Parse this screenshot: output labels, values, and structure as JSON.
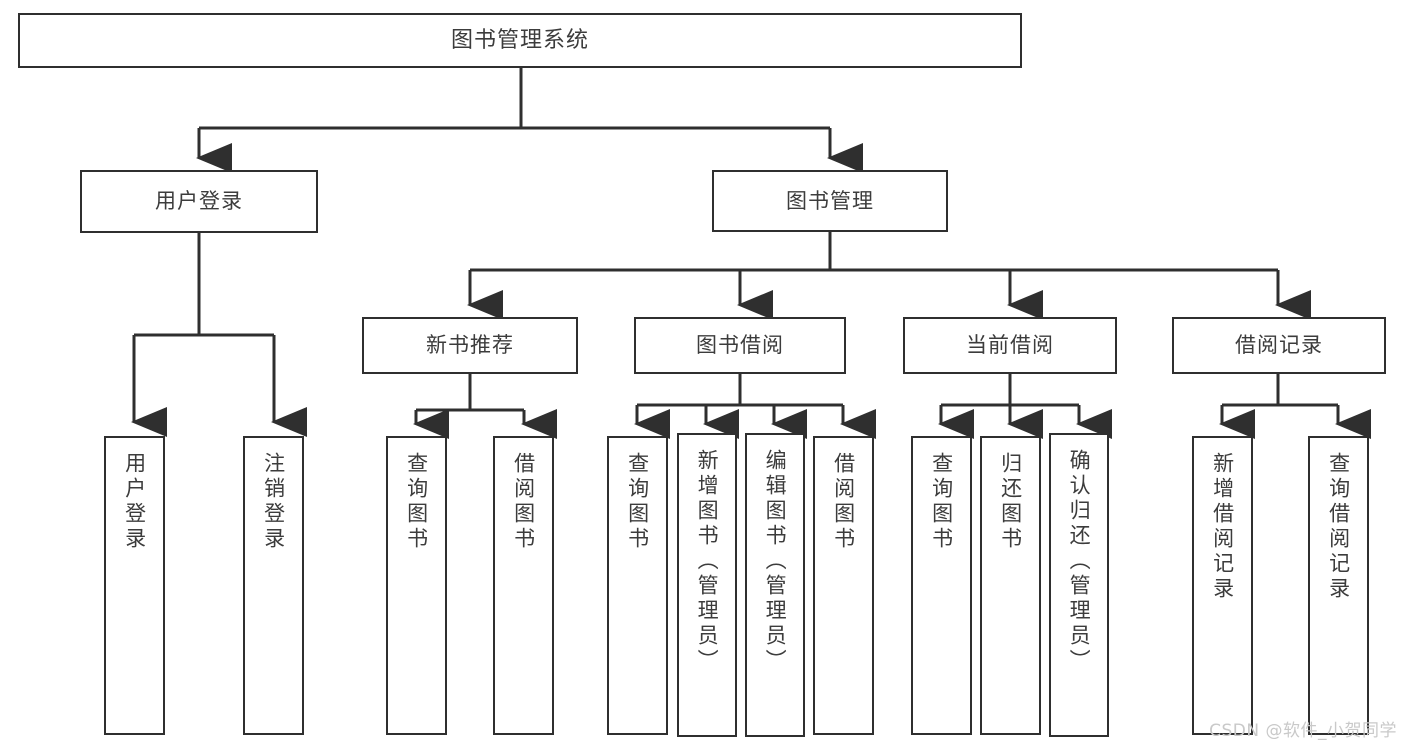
{
  "diagram": {
    "type": "tree-hierarchy",
    "title": "图书管理系统",
    "watermark": "CSDN @软件_小贺同学",
    "colors": {
      "box_border": "#2f2f2f",
      "box_fill": "#ffffff",
      "connector": "#2f2f2f",
      "text": "#3c3c3c",
      "watermark": "#c9c9c9",
      "background": "#ffffff"
    },
    "root": {
      "label": "图书管理系统"
    },
    "level2": [
      {
        "id": "user-login",
        "label": "用户登录"
      },
      {
        "id": "book-management",
        "label": "图书管理"
      }
    ],
    "level3": [
      {
        "id": "new-book-recommend",
        "label": "新书推荐",
        "parent": "book-management"
      },
      {
        "id": "book-borrow",
        "label": "图书借阅",
        "parent": "book-management"
      },
      {
        "id": "current-borrow",
        "label": "当前借阅",
        "parent": "book-management"
      },
      {
        "id": "borrow-record",
        "label": "借阅记录",
        "parent": "book-management"
      }
    ],
    "leaves": {
      "user-login": [
        {
          "id": "leaf-user-login",
          "label": "用户登录"
        },
        {
          "id": "leaf-logout",
          "label": "注销登录"
        }
      ],
      "new-book-recommend": [
        {
          "id": "leaf-query-book-1",
          "label": "查询图书"
        },
        {
          "id": "leaf-borrow-book-1",
          "label": "借阅图书"
        }
      ],
      "book-borrow": [
        {
          "id": "leaf-query-book-2",
          "label": "查询图书"
        },
        {
          "id": "leaf-add-book",
          "label": "新增图书（管理员）"
        },
        {
          "id": "leaf-edit-book",
          "label": "编辑图书（管理员）"
        },
        {
          "id": "leaf-borrow-book-2",
          "label": "借阅图书"
        }
      ],
      "current-borrow": [
        {
          "id": "leaf-query-book-3",
          "label": "查询图书"
        },
        {
          "id": "leaf-return-book",
          "label": "归还图书"
        },
        {
          "id": "leaf-confirm-return",
          "label": "确认归还（管理员）"
        }
      ],
      "borrow-record": [
        {
          "id": "leaf-add-record",
          "label": "新增借阅记录"
        },
        {
          "id": "leaf-query-record",
          "label": "查询借阅记录"
        }
      ]
    }
  }
}
